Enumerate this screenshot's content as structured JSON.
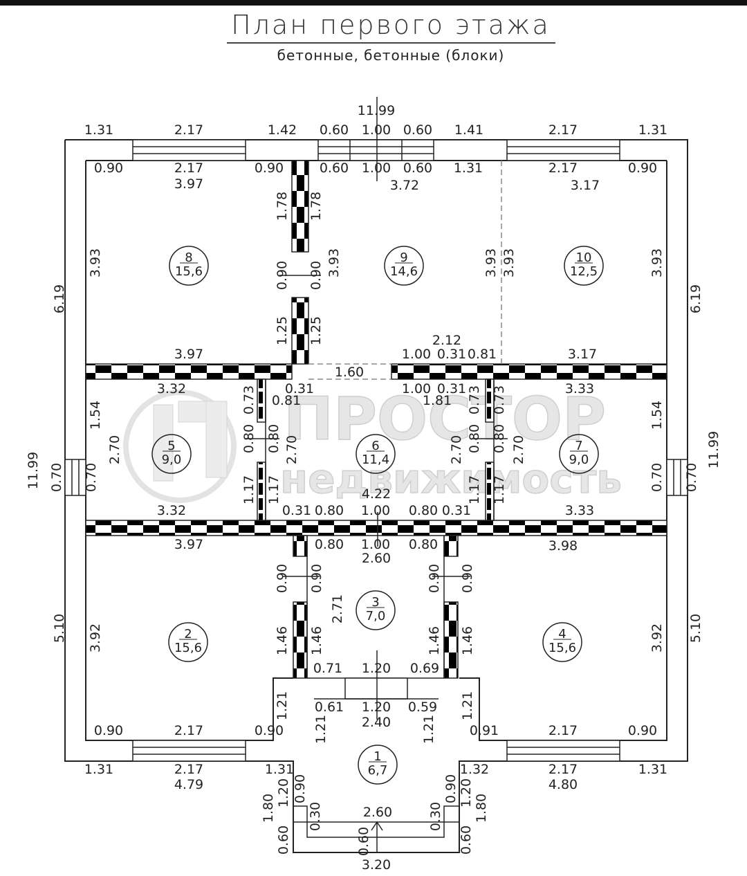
{
  "header": {
    "title": "План первого этажа",
    "subtitle": "бетонные, бетонные (блоки)"
  },
  "watermark": {
    "line1": "ПРОСТОР",
    "line2": "недвижимость"
  },
  "overall": {
    "width": "11.99",
    "height_left": "11.99",
    "height_right": "11.99"
  },
  "top_outer_dims": [
    "1.31",
    "2.17",
    "1.42",
    "0.60",
    "1.00",
    "0.60",
    "1.41",
    "2.17",
    "1.31"
  ],
  "rooms": [
    {
      "id": "1",
      "area": "6,7"
    },
    {
      "id": "2",
      "area": "15,6"
    },
    {
      "id": "3",
      "area": "7,0"
    },
    {
      "id": "4",
      "area": "15,6"
    },
    {
      "id": "5",
      "area": "9,0"
    },
    {
      "id": "6",
      "area": "11,4"
    },
    {
      "id": "7",
      "area": "9,0"
    },
    {
      "id": "8",
      "area": "15,6"
    },
    {
      "id": "9",
      "area": "14,6"
    },
    {
      "id": "10",
      "area": "12,5"
    }
  ],
  "dims": {
    "r8_top_a": "0.90",
    "r8_top_b": "2.17",
    "r8_top_c": "0.90",
    "r8_w": "3.97",
    "r8_h": "3.93",
    "r8_bottom": "3.97",
    "r9_top_a": "0.60",
    "r9_top_b": "1.00",
    "r9_top_c": "0.60",
    "r9_top_d": "1.31",
    "r9_w": "3.72",
    "r9_h_l": "3.93",
    "r9_h_r": "3.93",
    "r10_top_b": "2.17",
    "r10_top_c": "0.90",
    "r10_w": "3.17",
    "r10_h_l": "3.93",
    "r10_h_r": "3.93",
    "r10_bottom": "3.17",
    "wall89_a": "1.78",
    "wall89_b": "0.90",
    "wall89_c": "1.25",
    "r9_bottom_total": "2.12",
    "r9_bottom_a": "1.00",
    "r9_bottom_b": "0.31",
    "r9_bottom_c": "0.81",
    "opening_160": "1.60",
    "left_outer_top": "6.19",
    "right_outer_top": "6.19",
    "r5_top": "3.32",
    "r5_bottom": "3.32",
    "r5_h_a": "1.54",
    "r5_h": "2.70",
    "r5_h_b": "0.70",
    "r5_r_a": "0.73",
    "r5_r_b": "0.80",
    "r5_r_c": "1.17",
    "r6_tl_a": "0.31",
    "r6_tl_b": "0.81",
    "r6_tr_a": "1.00",
    "r6_tr_b": "0.31",
    "r6_tr_total": "1.81",
    "r6_l_a": "0.80",
    "r6_l_b": "1.17",
    "r6_h_l": "2.70",
    "r6_h_r": "2.70",
    "r6_r_a": "0.73",
    "r6_r_b": "0.80",
    "r6_r_c": "1.17",
    "r6_w": "4.22",
    "r6_b_a": "0.31",
    "r6_b_b": "0.80",
    "r6_b_c": "1.00",
    "r6_b_d": "0.80",
    "r6_b_e": "0.31",
    "r7_top": "3.33",
    "r7_bottom": "3.33",
    "r7_h_a": "1.54",
    "r7_h": "2.70",
    "r7_h_b": "0.70",
    "r7_l_a": "0.73",
    "r7_l_b": "0.80",
    "r7_l_c": "1.17",
    "side_door": "0.70",
    "r2_top": "3.97",
    "r2_h": "3.92",
    "r2_r_a": "0.90",
    "r2_r_b": "1.46",
    "r2_r_c": "1.21",
    "r2_bot_a": "0.90",
    "r2_bot_b": "2.17",
    "r2_bot_c": "0.90",
    "r2_outer_a": "1.31",
    "r2_outer_b": "2.17",
    "r2_outer_c": "1.31",
    "r2_outer_total": "4.79",
    "left_outer_bottom": "5.10",
    "r3_top_a": "0.80",
    "r3_top_b": "1.00",
    "r3_top_c": "0.80",
    "r3_w": "2.60",
    "r3_h": "2.71",
    "r3_l_a": "0.90",
    "r3_l_b": "1.46",
    "r3_r_a": "0.90",
    "r3_r_b": "1.46",
    "r3_bot_a": "0.71",
    "r3_bot_b": "1.20",
    "r3_bot_c": "0.69",
    "r4_top": "3.98",
    "r4_h": "3.92",
    "r4_l_a": "0.90",
    "r4_l_b": "1.46",
    "r4_l_c": "1.21",
    "r4_bot_a": "0.91",
    "r4_bot_b": "2.17",
    "r4_bot_c": "0.90",
    "r4_outer_a": "1.32",
    "r4_outer_b": "2.17",
    "r4_outer_c": "1.31",
    "r4_outer_total": "4.80",
    "right_outer_bottom": "5.10",
    "r1_top_a": "0.61",
    "r1_top_b": "1.20",
    "r1_top_c": "0.59",
    "r1_w": "2.40",
    "r1_l": "1.21",
    "r1_r": "1.21",
    "porch_l_a": "0.90",
    "porch_l_b": "1.20",
    "porch_l_c": "1.80",
    "porch_l_d": "0.60",
    "porch_l_e": "0.30",
    "porch_r_a": "0.90",
    "porch_r_b": "1.20",
    "porch_r_c": "1.80",
    "porch_r_d": "0.60",
    "porch_r_e": "0.30",
    "porch_inner_w": "2.60",
    "porch_step": "0.60",
    "porch_outer_w": "3.20"
  },
  "colors": {
    "line": "#222222",
    "wall_block": "#000000",
    "watermark": "#e6e6e6"
  }
}
